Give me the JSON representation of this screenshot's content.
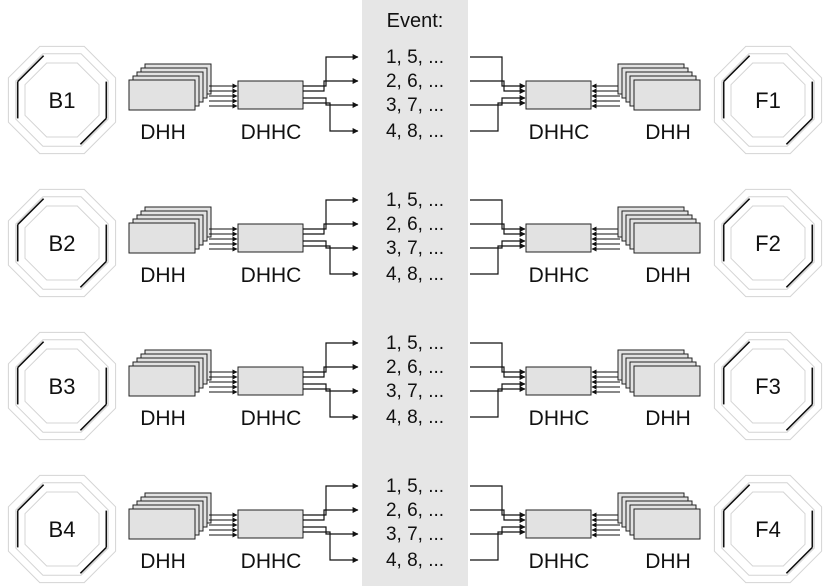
{
  "header": {
    "event_label": "Event:"
  },
  "colors": {
    "background": "#ffffff",
    "event_column": "#e6e6e6",
    "box_fill": "#e2e2e2",
    "box_stroke": "#222222",
    "line": "#111111",
    "ring": "#d4d4d4",
    "segment": "#111111"
  },
  "labels": {
    "dhh": "DHH",
    "dhhc": "DHHC"
  },
  "event_lines": [
    "1, 5, ...",
    "2, 6, ...",
    "3, 7, ...",
    "4, 8, ..."
  ],
  "rows": [
    {
      "left_module": "B1",
      "right_module": "F1"
    },
    {
      "left_module": "B2",
      "right_module": "F2"
    },
    {
      "left_module": "B3",
      "right_module": "F3"
    },
    {
      "left_module": "B4",
      "right_module": "F4"
    }
  ]
}
